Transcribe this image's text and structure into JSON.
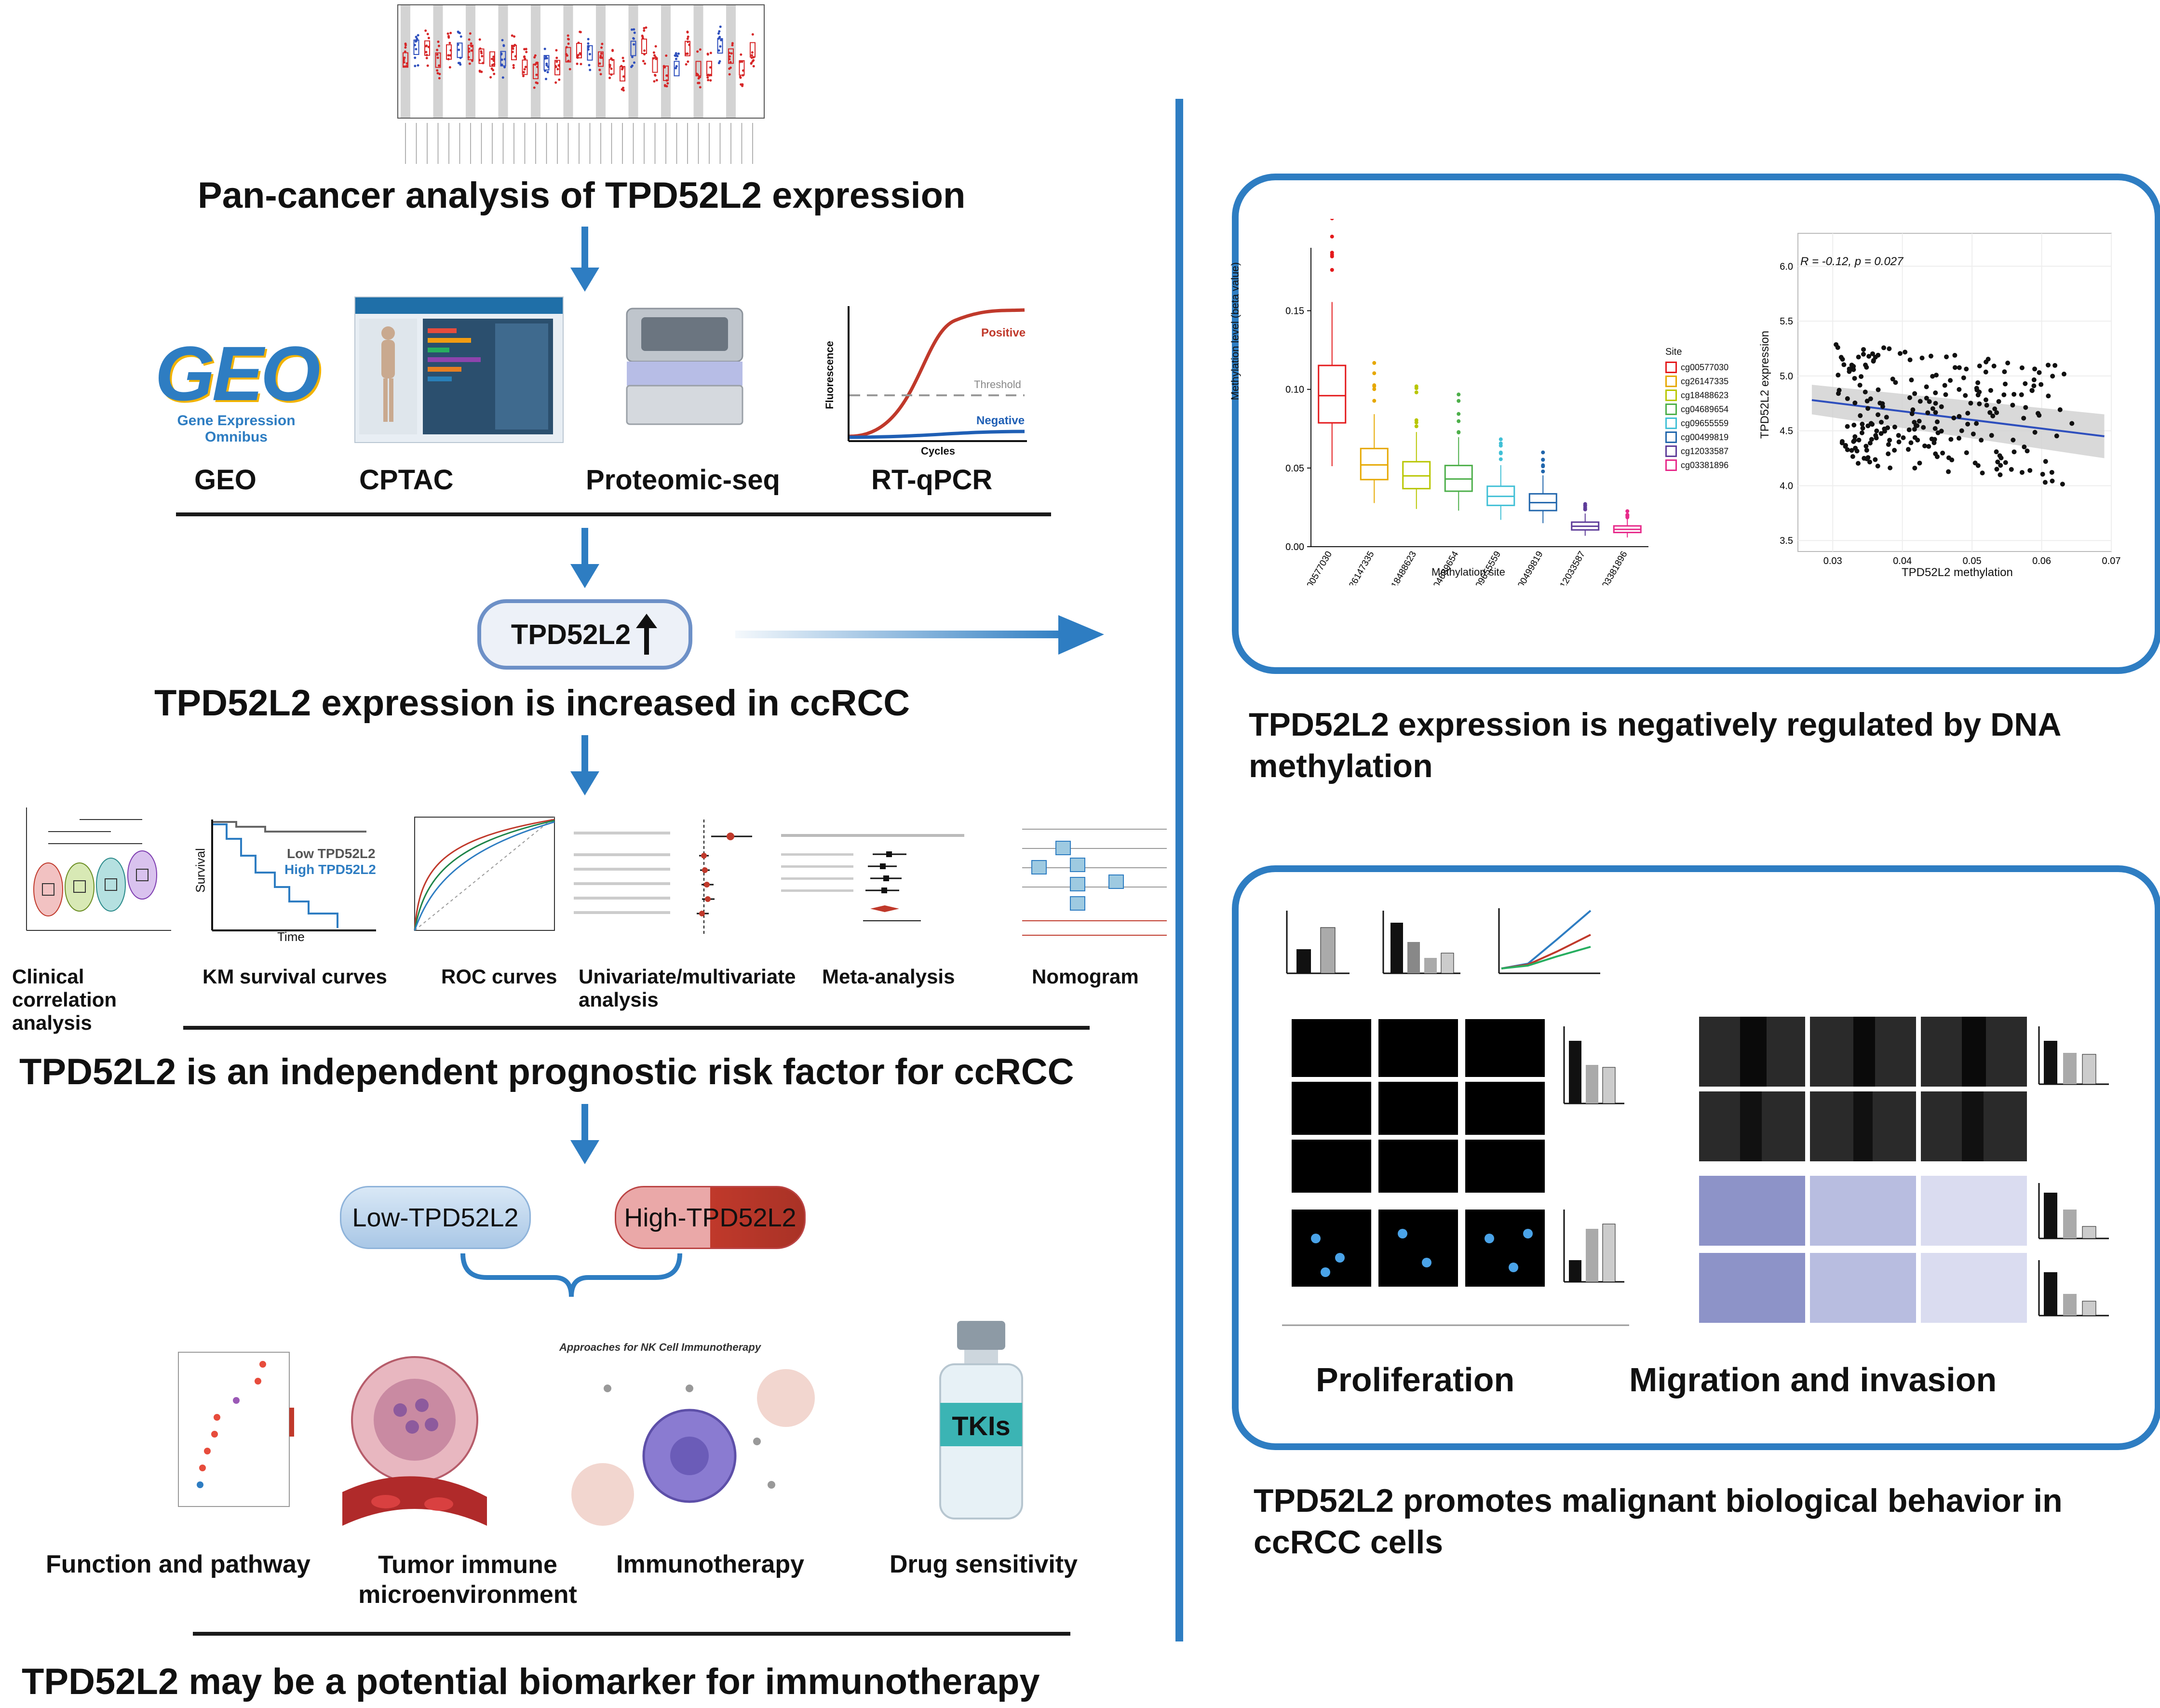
{
  "colors": {
    "accent_blue": "#2e7dc2",
    "positive_red": "#c0392b",
    "negative_blue": "#1f5fb5",
    "low_pill": "#b9d3ee",
    "high_pill": "#c94b4b"
  },
  "left": {
    "pancancer_title": "Pan-cancer analysis of TPD52L2 expression",
    "sources": [
      {
        "label": "GEO",
        "icon": "geo-logo"
      },
      {
        "label": "CPTAC",
        "icon": "cptac-screenshot"
      },
      {
        "label": "Proteomic-seq",
        "icon": "mass-spectrometer-icon"
      },
      {
        "label": "RT-qPCR",
        "icon": "qpcr-curve-icon"
      }
    ],
    "geo_logo_text": "GEO",
    "geo_subtitle": "Gene Expression Omnibus",
    "qpcr": {
      "positive": "Positive",
      "threshold": "Threshold",
      "negative": "Negative",
      "y_label": "Fluorescence",
      "x_label": "Cycles"
    },
    "tpd_pill": "TPD52L2",
    "increased_title": "TPD52L2 expression is increased in ccRCC",
    "analyses": [
      {
        "label": "Clinical correlation analysis"
      },
      {
        "label": "KM survival curves"
      },
      {
        "label": "ROC curves"
      },
      {
        "label": "Univariate/multivariate analysis"
      },
      {
        "label": "Meta-analysis"
      },
      {
        "label": "Nomogram"
      }
    ],
    "km": {
      "low": "Low TPD52L2",
      "high": "High TPD52L2",
      "y_label": "Survival",
      "x_label": "Time"
    },
    "prognostic_title": "TPD52L2 is an independent prognostic risk factor for ccRCC",
    "low_pill": "Low-TPD52L2",
    "high_pill": "High-TPD52L2",
    "downstream": [
      {
        "label": "Function and pathway"
      },
      {
        "label": "Tumor immune microenvironment"
      },
      {
        "label": "Immunotherapy"
      },
      {
        "label": "Drug sensitivity"
      }
    ],
    "tkis_label": "TKIs",
    "nk_title": "Approaches for NK Cell Immunotherapy",
    "biomarker_title": "TPD52L2 may be a potential biomarker for immunotherapy"
  },
  "right": {
    "methylation_title": "TPD52L2 expression is negatively regulated by DNA methylation",
    "boxplot": {
      "y_label": "Methylation level (beta value)",
      "x_label": "Methylation site",
      "legend_title": "Site",
      "sites": [
        "cg00577030",
        "cg26147335",
        "cg18488623",
        "cg04689654",
        "cg09655559",
        "cg00499819",
        "cg12033587",
        "cg03381896"
      ],
      "site_colors": [
        "#e41a1c",
        "#e6a800",
        "#b8c600",
        "#4daf4a",
        "#41c0d6",
        "#2166ac",
        "#5e3c99",
        "#e7298a"
      ],
      "medians": [
        0.096,
        0.052,
        0.045,
        0.043,
        0.032,
        0.028,
        0.013,
        0.011
      ],
      "y_ticks": [
        "0.00",
        "0.05",
        "0.10",
        "0.15"
      ]
    },
    "scatter": {
      "annotation": "R = -0.12, p = 0.027",
      "x_label": "TPD52L2 methylation",
      "y_label": "TPD52L2 expression",
      "x_ticks": [
        "0.03",
        "0.04",
        "0.05",
        "0.06",
        "0.07"
      ],
      "y_ticks": [
        "3.5",
        "4.0",
        "4.5",
        "5.0",
        "5.5",
        "6.0"
      ]
    },
    "assays": [
      {
        "label": "Proliferation"
      },
      {
        "label": "Migration and invasion"
      }
    ],
    "malignant_title": "TPD52L2 promotes malignant biological behavior in ccRCC cells"
  }
}
